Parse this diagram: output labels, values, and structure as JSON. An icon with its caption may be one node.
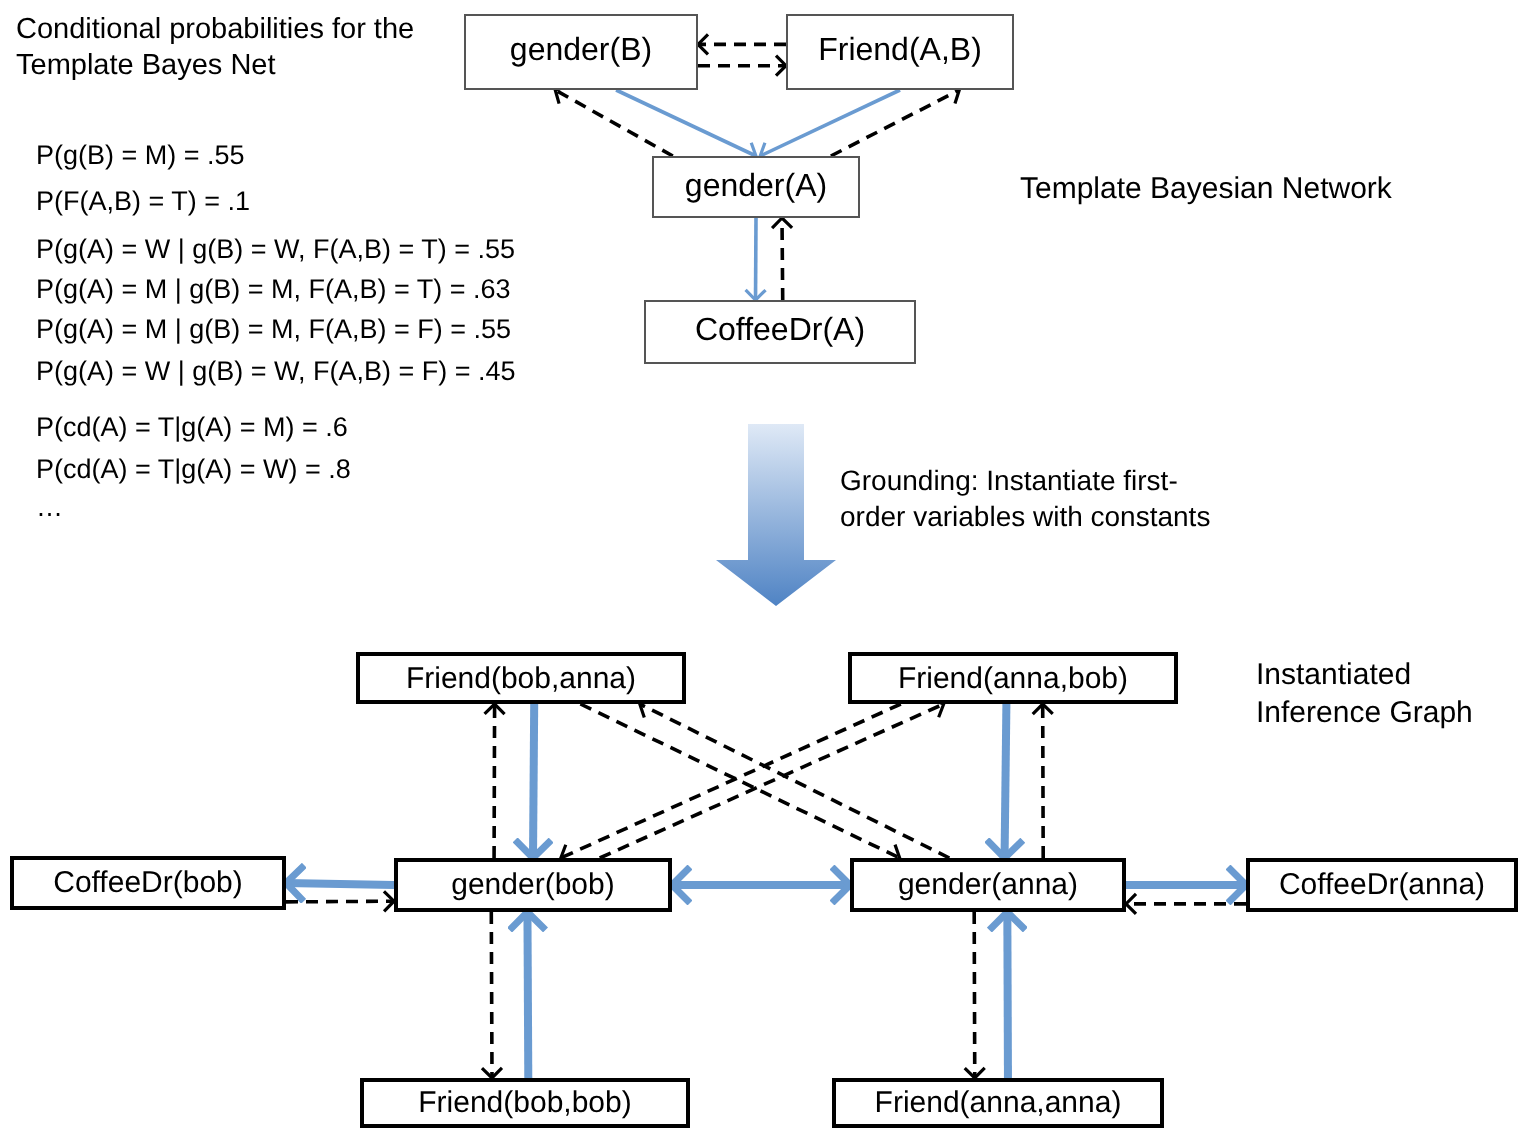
{
  "diagram": {
    "nodes": [
      {
        "text": [
          "gender(B)"
        ]
      },
      {
        "text": [
          "Friend(A,B)"
        ]
      },
      {
        "text": [
          "gender(A)"
        ]
      },
      {
        "text": [
          "CoffeeDr(A)"
        ]
      },
      {
        "text": [
          "Friend(bob,anna)"
        ]
      },
      {
        "text": [
          "Friend(anna,bob)"
        ]
      },
      {
        "text": [
          "CoffeeDr(bob)"
        ]
      },
      {
        "text": [
          "gender(bob)"
        ]
      },
      {
        "text": [
          "gender(anna)"
        ]
      },
      {
        "text": [
          "CoffeeDr(anna)"
        ]
      },
      {
        "text": [
          "Friend(bob,bob)"
        ]
      },
      {
        "text": [
          "Friend(anna,anna)"
        ]
      }
    ],
    "edges": [
      {
        "from": 1,
        "to": 0,
        "arrow": "to",
        "style": "dashed"
      },
      {
        "from": 0,
        "to": 1,
        "arrow": "to",
        "style": "dashed"
      },
      {
        "from": 0,
        "to": 2,
        "arrow": "to",
        "color": "#6a9bd1"
      },
      {
        "from": 1,
        "to": 2,
        "arrow": "to",
        "color": "#6a9bd1"
      },
      {
        "from": 2,
        "to": 0,
        "arrow": "to",
        "style": "dashed"
      },
      {
        "from": 2,
        "to": 1,
        "arrow": "to",
        "style": "dashed"
      },
      {
        "from": 2,
        "to": 3,
        "arrow": "to",
        "color": "#6a9bd1"
      },
      {
        "from": 3,
        "to": 2,
        "arrow": "to",
        "style": "dashed"
      },
      {
        "from": 4,
        "to": 7,
        "arrow": "to",
        "style": "thick",
        "color": "#6a9bd1"
      },
      {
        "from": 7,
        "to": 4,
        "arrow": "to",
        "style": "dashed"
      },
      {
        "from": 4,
        "to": 8,
        "arrow": "to",
        "style": "dashed"
      },
      {
        "from": 8,
        "to": 4,
        "arrow": "to",
        "style": "dashed"
      },
      {
        "from": 5,
        "to": 7,
        "arrow": "to",
        "style": "dashed"
      },
      {
        "from": 7,
        "to": 5,
        "arrow": "to",
        "style": "dashed"
      },
      {
        "from": 5,
        "to": 8,
        "arrow": "to",
        "style": "thick",
        "color": "#6a9bd1"
      },
      {
        "from": 8,
        "to": 5,
        "arrow": "to",
        "style": "dashed"
      },
      {
        "from": 7,
        "to": 6,
        "arrow": "to",
        "style": "thick",
        "color": "#6a9bd1"
      },
      {
        "from": 6,
        "to": 7,
        "arrow": "to",
        "style": "dashed"
      },
      {
        "from": 7,
        "to": 8,
        "arrow": "both",
        "style": "thick",
        "color": "#6a9bd1"
      },
      {
        "from": 8,
        "to": 9,
        "arrow": "to",
        "style": "thick",
        "color": "#6a9bd1"
      },
      {
        "from": 9,
        "to": 8,
        "arrow": "to",
        "style": "dashed"
      },
      {
        "from": 10,
        "to": 7,
        "arrow": "to",
        "style": "thick",
        "color": "#6a9bd1"
      },
      {
        "from": 7,
        "to": 10,
        "arrow": "to",
        "style": "dashed"
      },
      {
        "from": 11,
        "to": 8,
        "arrow": "to",
        "style": "thick",
        "color": "#6a9bd1"
      },
      {
        "from": 8,
        "to": 11,
        "arrow": "to",
        "style": "dashed"
      }
    ],
    "labels": [
      "Conditional probabilities for the Template Bayes Net",
      "Template Bayesian Network",
      "P(g(B) = M) = .55",
      "P(F(A,B) = T) = .1",
      "P(g(A) = W | g(B) = W, F(A,B) = T) = .55",
      "P(g(A) = M | g(B) = M, F(A,B) = T) = .63",
      "P(g(A) = M | g(B) = M, F(A,B) = F) = .55",
      "P(g(A) = W | g(B) = W, F(A,B) = F) = .45",
      "P(cd(A) = T|g(A) = M) = .6",
      "P(cd(A) = T|g(A) = W) = .8",
      "…",
      "Grounding: Instantiate first-order variables with constants",
      "Instantiated Inference Graph"
    ]
  }
}
